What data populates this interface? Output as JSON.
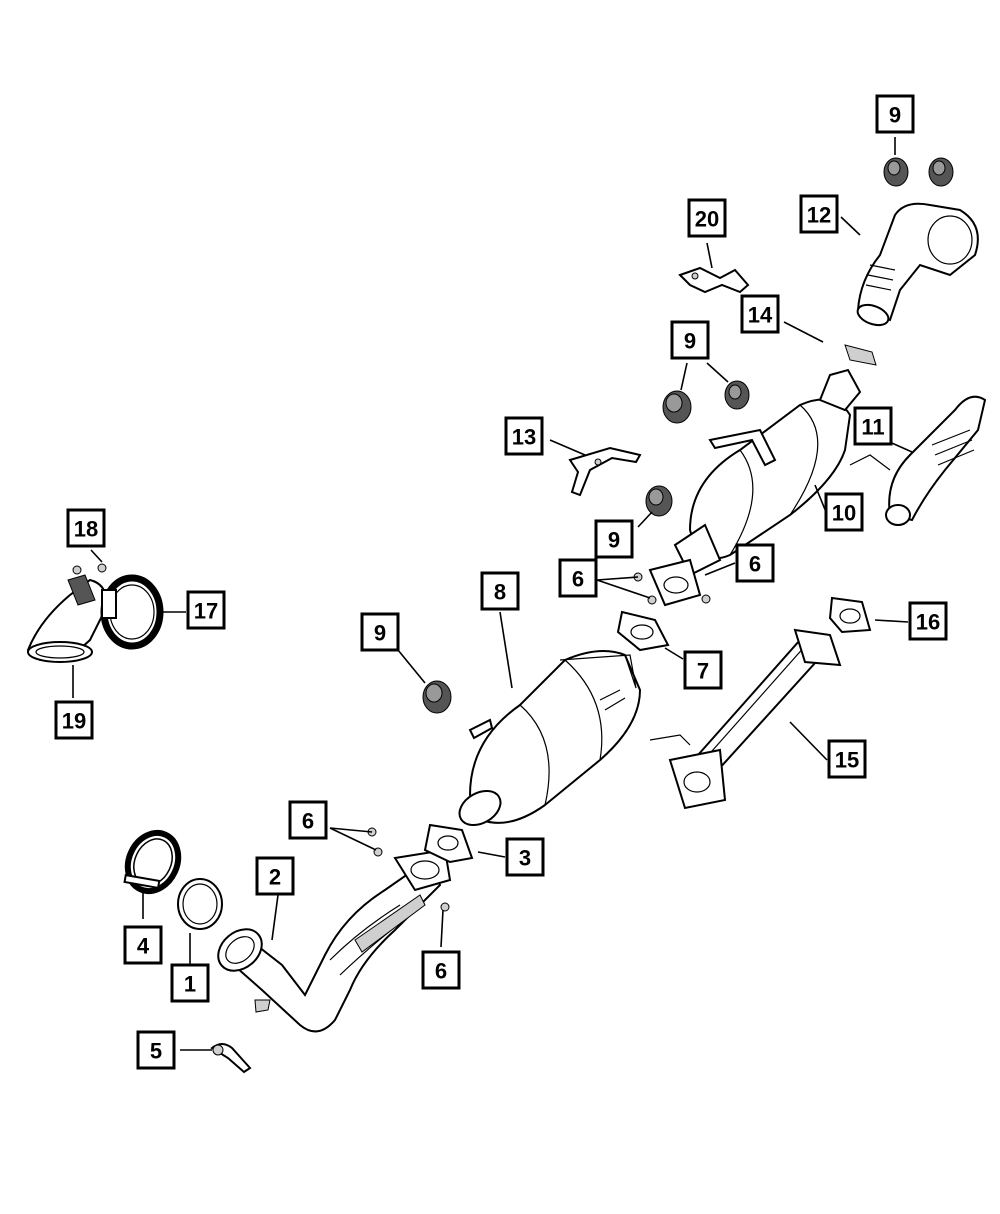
{
  "diagram": {
    "callouts": [
      {
        "id": "c1",
        "label": "1"
      },
      {
        "id": "c2",
        "label": "2"
      },
      {
        "id": "c3",
        "label": "3"
      },
      {
        "id": "c4",
        "label": "4"
      },
      {
        "id": "c5",
        "label": "5"
      },
      {
        "id": "c6a",
        "label": "6"
      },
      {
        "id": "c6b",
        "label": "6"
      },
      {
        "id": "c6c",
        "label": "6"
      },
      {
        "id": "c6d",
        "label": "6"
      },
      {
        "id": "c7",
        "label": "7"
      },
      {
        "id": "c8",
        "label": "8"
      },
      {
        "id": "c9a",
        "label": "9"
      },
      {
        "id": "c9b",
        "label": "9"
      },
      {
        "id": "c9c",
        "label": "9"
      },
      {
        "id": "c9d",
        "label": "9"
      },
      {
        "id": "c10",
        "label": "10"
      },
      {
        "id": "c11",
        "label": "11"
      },
      {
        "id": "c12",
        "label": "12"
      },
      {
        "id": "c13",
        "label": "13"
      },
      {
        "id": "c14",
        "label": "14"
      },
      {
        "id": "c15",
        "label": "15"
      },
      {
        "id": "c16",
        "label": "16"
      },
      {
        "id": "c17",
        "label": "17"
      },
      {
        "id": "c18",
        "label": "18"
      },
      {
        "id": "c19",
        "label": "19"
      },
      {
        "id": "c20",
        "label": "20"
      }
    ],
    "colors": {
      "line": "#000000",
      "background": "#ffffff",
      "shade": "#cfcfcf"
    }
  }
}
